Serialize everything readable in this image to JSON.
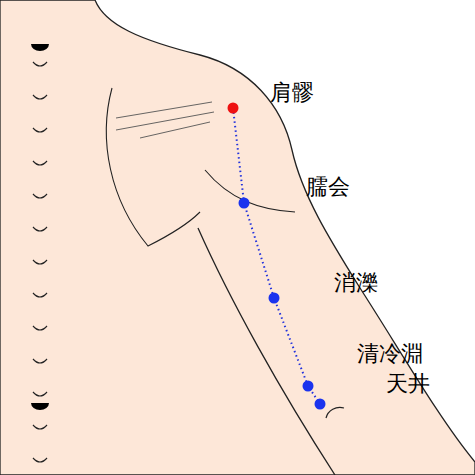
{
  "diagram": {
    "labels": [
      "肩髎",
      "臑会",
      "消濼",
      "清冷淵",
      "天井"
    ]
  }
}
